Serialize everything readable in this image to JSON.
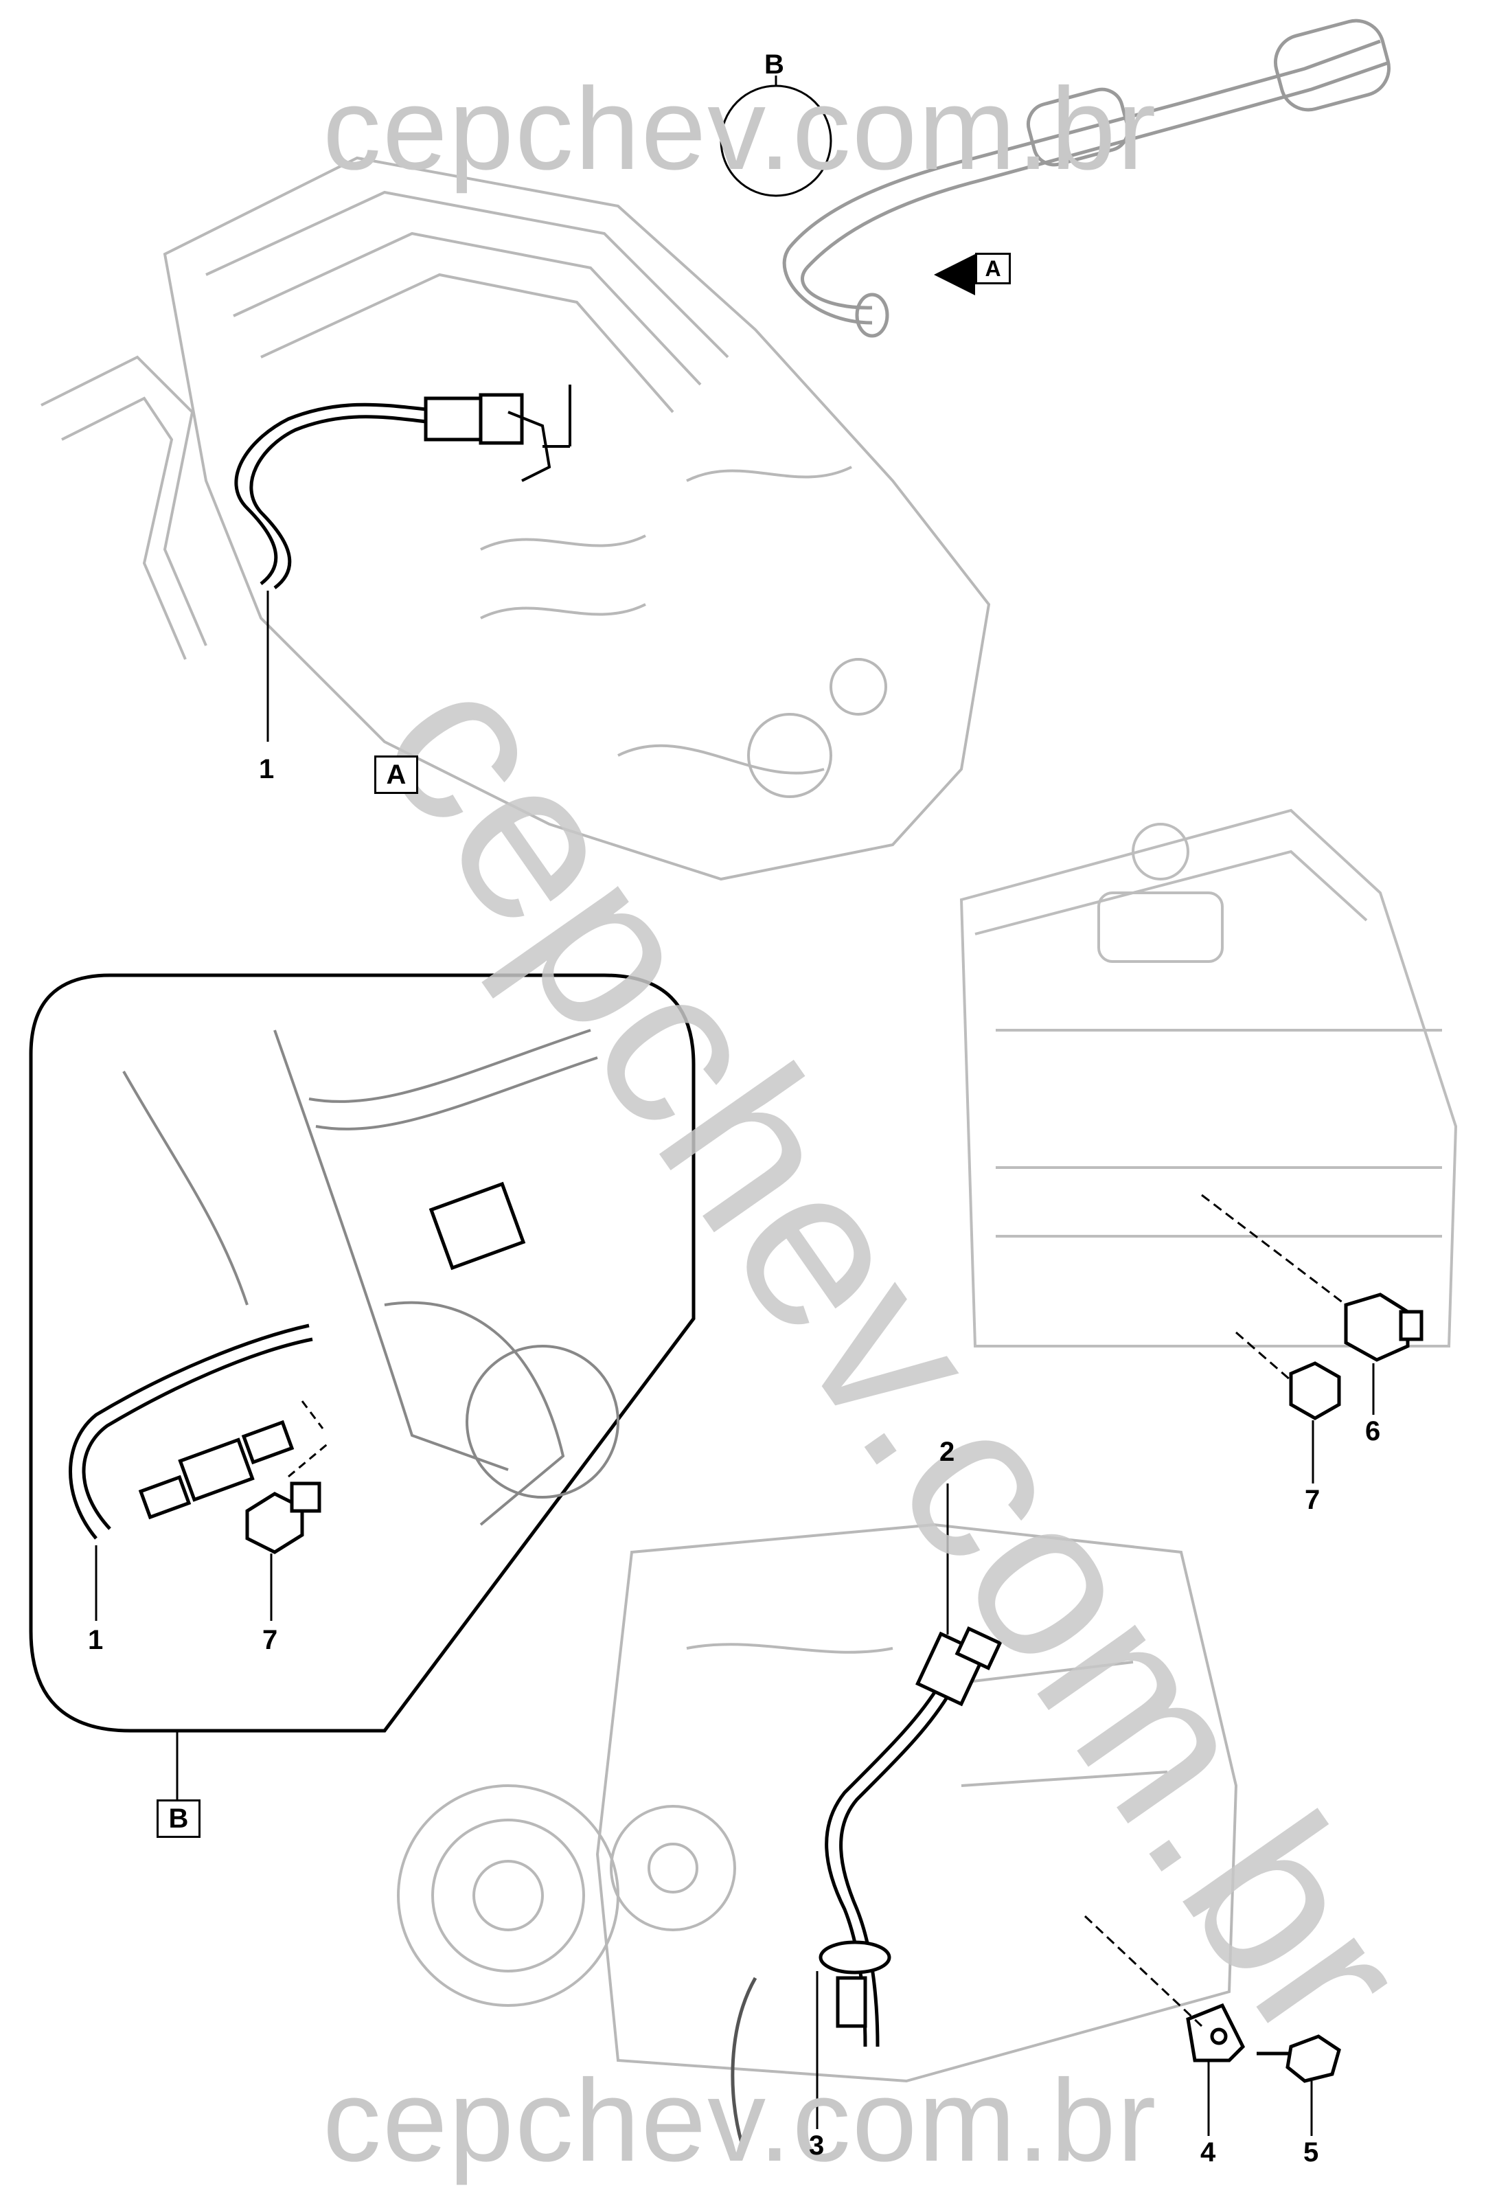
{
  "watermark": {
    "top": "cepchev.com.br",
    "diagonal": "cepchev.com.br",
    "bottom": "cepchev.com.br"
  },
  "view_labels": {
    "a_box": "A",
    "a_arrow": "A",
    "b_box": "B",
    "b_circle": "B"
  },
  "callouts": {
    "top_1": "1",
    "inset_1": "1",
    "inset_7": "7",
    "c2": "2",
    "c3": "3",
    "c4": "4",
    "c5": "5",
    "c6": "6",
    "c7": "7"
  },
  "colors": {
    "line": "#000000",
    "background_sketch": "#bdbdbd",
    "watermark": "#c8c8c8"
  }
}
